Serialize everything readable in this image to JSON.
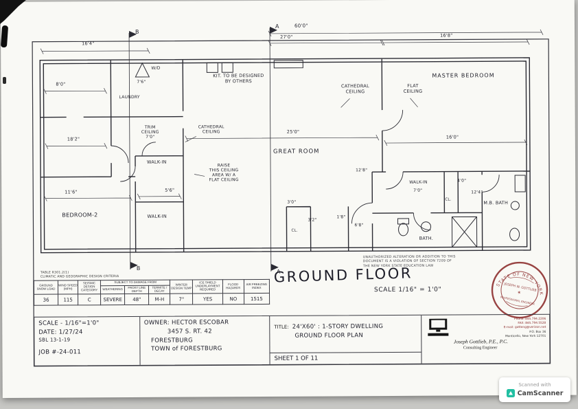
{
  "titles": {
    "ground_floor": "GROUND FLOOR",
    "scale_note": "SCALE 1/16\" = 1'0\""
  },
  "plan": {
    "labels": {
      "section_a": "A",
      "section_b": "B",
      "dim_60": "60'0\"",
      "dim_27": "27'0\"",
      "dim_16_4": "16'4\"",
      "dim_16_8": "16'8\"",
      "dim_8_0": "8'0\"",
      "dim_7_6": "7'6\"",
      "dim_18_2": "18'2\"",
      "dim_25_0": "25'0\"",
      "dim_16_0": "16'0\"",
      "dim_11_6": "11'6\"",
      "dim_5_6": "5'6\"",
      "dim_7_0": "7'0\"",
      "dim_4_0": "4'0\"",
      "dim_12_4": "12'4\"",
      "dim_12_8": "12'8\"",
      "dim_3_0": "3'0\"",
      "dim_3_2": "3'2\"",
      "dim_1_8": "1'8\"",
      "dim_6_8": "6'8\"",
      "wd": "W/D",
      "laundry": "LAUNDRY",
      "kit_note": "KIT. TO BE DESIGNED\nBY OTHERS",
      "cathedral_ceiling": "CATHEDRAL\nCEILING",
      "flat_ceiling": "FLAT\nCEILING",
      "master_bedroom": "MASTER BEDROOM",
      "trim_ceiling": "TRIM\nCEILING\n7'0\"",
      "great_room": "GREAT ROOM",
      "walk_in": "WALK-IN",
      "raise_note": "RAISE\nTHIS CEILING\nAREA W/ A\nFLAT CEILING",
      "bedroom_2": "BEDROOM-2",
      "bath": "BATH.",
      "mb_bath": "M.B. BATH",
      "cl": "CL."
    }
  },
  "notes": {
    "alteration": "UNAUTHORIZED ALTERATION OR ADDITION TO THIS\nDOCUMENT IS A VIOLATION OF SECTION 7209 OF\nTHE NEW YORK STATE EDUCATION LAW"
  },
  "climatic_table": {
    "title1": "TABLE R301.2(1)",
    "title2": "CLIMATIC AND GEOGRAPHIC DESIGN CRITERIA",
    "span_header": "SUBJECT TO DAMAGE FROM",
    "headers": [
      "GROUND SNOW LOAD",
      "WIND SPEED (MPH)",
      "SEISMIC DESIGN CATEGORY",
      "WEATHERING",
      "FROST LINE DEPTH",
      "TERMITE / DECAY",
      "WINTER DESIGN TEMP",
      "ICE SHIELD UNDERLAYMENT REQUIRED",
      "FLOOD HAZARDS",
      "AIR FREEZING INDEX"
    ],
    "values": [
      "36",
      "115",
      "C",
      "SEVERE",
      "48\"",
      "M-H",
      "7°",
      "YES",
      "NO",
      "1515"
    ]
  },
  "title_block": {
    "scale_line": "SCALE - 1/16\"=1'0\"",
    "date_line": "DATE: 1/27/24",
    "sbl_line": "SBL 13-1-19",
    "job_line": "JOB #-24-011",
    "owner_line1": "OWNER: HECTOR ESCOBAR",
    "owner_line2": "3457 S. RT. 42",
    "owner_line3": "FORESTBURG",
    "owner_line4": "TOWN of FORESTBURG",
    "title_label": "TITLE:",
    "title_line1": "24'X60' : 1-STORY DWELLING",
    "title_line2": "GROUND FLOOR PLAN",
    "sheet_line": "SHEET 1 OF 11",
    "engineer": {
      "name": "Joseph Gottlieb, P.E., P.C.",
      "role": "Consulting Engineer",
      "phone": "Phone: 845.794.2206",
      "fax": "FAX: 845.794.5528",
      "email": "E-mail: gotteng@verizon.net",
      "address1": "P.O. Box 36",
      "address2": "Monticello, New York 12701"
    }
  },
  "stamp": {
    "arc_top": "STATE OF NEW YORK",
    "center_name": "JOSEPH W. GOTTLIEB",
    "bottom": "PROFESSIONAL ENGINEER"
  },
  "camscanner": {
    "line1": "Scanned with",
    "brand": "CamScanner"
  },
  "colors": {
    "stamp_red": "#8b2a2a",
    "camscanner_teal": "#21bfa2",
    "ink": "#26262e"
  }
}
